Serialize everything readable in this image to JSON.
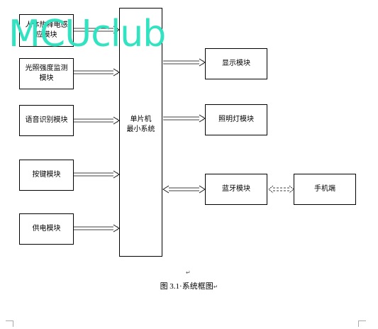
{
  "diagram": {
    "left_modules": [
      "人体热释电感应模块",
      "光照强度监测模块",
      "语音识别模块",
      "按键模块",
      "供电模块"
    ],
    "mcu": {
      "line1": "单片机",
      "line2": "最小系统"
    },
    "right_modules": [
      "显示模块",
      "照明灯模块",
      "蓝牙模块"
    ],
    "phone": "手机端",
    "caption": "图 3.1·系统框图",
    "paragraph_mark": "↵"
  },
  "watermark": {
    "text": "MCUclub",
    "color": "#31e3c1"
  }
}
